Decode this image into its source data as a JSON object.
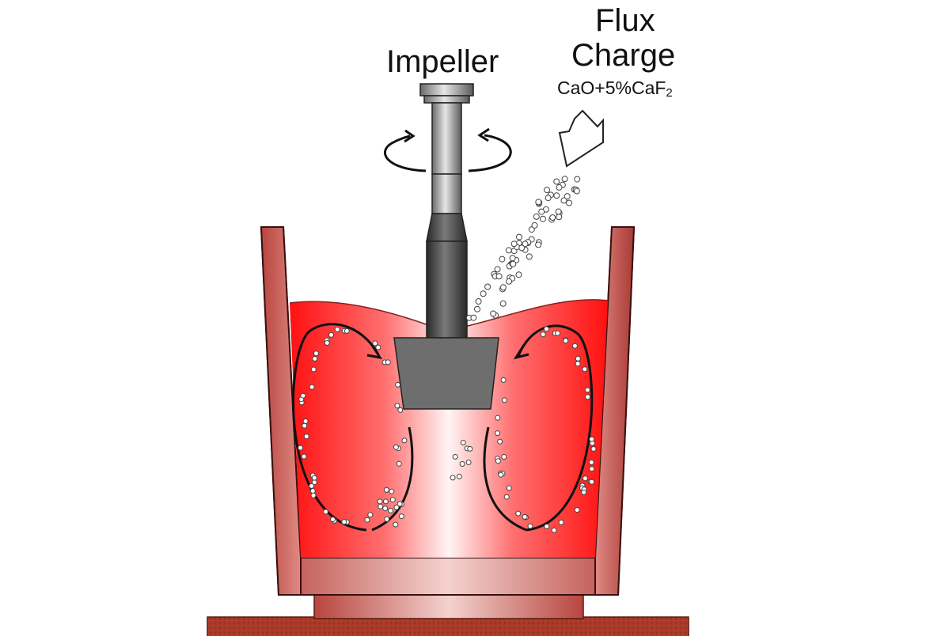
{
  "labels": {
    "impeller": "Impeller",
    "flux_line1": "Flux",
    "flux_line2": "Charge",
    "formula_main": "CaO+5%CaF",
    "formula_sub": "2"
  },
  "colors": {
    "crucible": "#c85a55",
    "crucible_dark": "#a53c38",
    "melt": "#ff1a1a",
    "shaft_light": "#d8d8d8",
    "shaft_dark": "#3a3a3a",
    "impeller_head": "#6e6e6e",
    "base_plate": "#a83a28"
  },
  "icons": [
    "rotation-arrow-icon",
    "flux-input-arrow-icon",
    "flow-circulation-arrow-icon"
  ]
}
